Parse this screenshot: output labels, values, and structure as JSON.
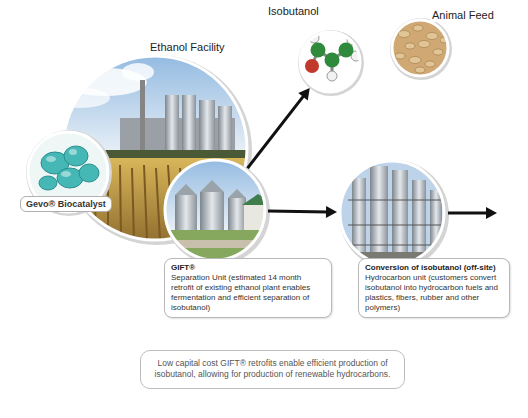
{
  "diagram": {
    "caption": "Low capital cost GIFT® retrofits enable efficient production of isobutanol, allowing for production of renewable hydrocarbons.",
    "nodes": [
      {
        "text": [
          "Ethanol Facility"
        ]
      },
      {
        "text": [
          "Gevo® Biocatalyst"
        ]
      },
      {
        "text": [
          "GIFT®",
          "Separation Unit (estimated 14 month retrofit of existing ethanol plant enables fermentation and efficient separation of isobutanol)"
        ]
      },
      {
        "text": [
          "Isobutanol"
        ]
      },
      {
        "text": [
          "Animal Feed"
        ]
      },
      {
        "text": [
          "Conversion of isobutanol (off-site)",
          "Hydrocarbon unit (customers convert isobutanol into hydrocarbon fuels and plastics, fibers, rubber and other polymers)"
        ]
      }
    ],
    "edges": [
      {
        "from": 2,
        "to": 3,
        "arrow": "to"
      },
      {
        "from": 2,
        "to": 5,
        "arrow": "to"
      }
    ]
  }
}
